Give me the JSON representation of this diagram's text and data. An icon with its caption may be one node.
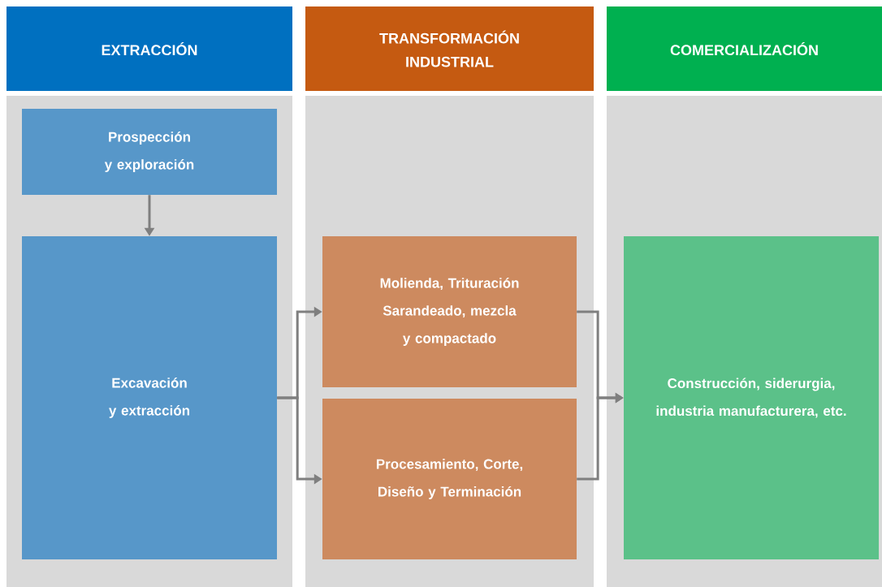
{
  "diagram": {
    "nodes": [
      {
        "text": [
          "EXTRACCIÓN"
        ]
      },
      {
        "text": [
          "Prospección y exploración"
        ],
        "in": 0
      },
      {
        "text": [
          "Excavación y extracción"
        ],
        "in": 0
      },
      {
        "text": [
          "TRANSFORMACIÓN INDUSTRIAL"
        ]
      },
      {
        "text": [
          "Molienda, Trituración Sarandeado, mezcla y compactado"
        ],
        "in": 3
      },
      {
        "text": [
          "Procesamiento, Corte, Diseño y Terminación"
        ],
        "in": 3
      },
      {
        "text": [
          "COMERCIALIZACIÓN"
        ]
      },
      {
        "text": [
          "Construcción, siderurgia, industria manufacturera, etc."
        ],
        "in": 6
      }
    ],
    "edges": [
      {
        "from": 1,
        "to": 2,
        "arrow": "to"
      },
      {
        "from": 2,
        "to": 4,
        "arrow": "to"
      },
      {
        "from": 2,
        "to": 5,
        "arrow": "to"
      },
      {
        "from": 4,
        "to": 7,
        "arrow": "to"
      },
      {
        "from": 5,
        "to": 7,
        "arrow": "to"
      }
    ]
  }
}
